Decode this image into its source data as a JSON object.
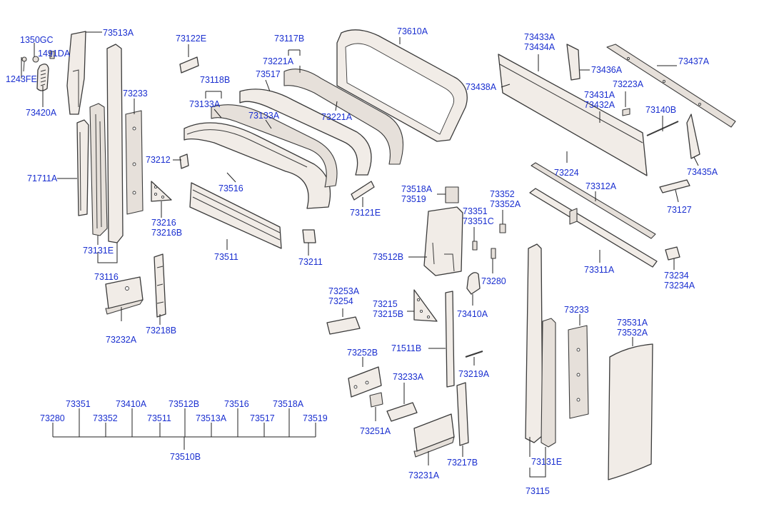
{
  "labels": {
    "l1350GC": "1350GC",
    "l1491DA": "1491DA",
    "l1243FE": "1243FE",
    "l73420A": "73420A",
    "l73513A": "73513A",
    "l73233_left": "73233",
    "l71711A": "71711A",
    "l73131E_left": "73131E",
    "l73116": "73116",
    "l73232A": "73232A",
    "l73218B": "73218B",
    "l73122E": "73122E",
    "l73118B": "73118B",
    "l73133A_a": "73133A",
    "l73212": "73212",
    "l73216": "73216",
    "l73216B": "73216B",
    "l73516": "73516",
    "l73511": "73511",
    "l73117B": "73117B",
    "l73221A_top": "73221A",
    "l73517": "73517",
    "l73133A_b": "73133A",
    "l73221A_mid": "73221A",
    "l73121E": "73121E",
    "l73211": "73211",
    "l73610A": "73610A",
    "l73518A": "73518A",
    "l73519": "73519",
    "l73512B": "73512B",
    "l73351": "73351",
    "l73351C": "73351C",
    "l73352": "73352",
    "l73352A": "73352A",
    "l73280": "73280",
    "l73410A": "73410A",
    "l73253A": "73253A",
    "l73254": "73254",
    "l73215": "73215",
    "l73215B": "73215B",
    "l71511B": "71511B",
    "l73219A": "73219A",
    "l73252B": "73252B",
    "l73233A": "73233A",
    "l73251A": "73251A",
    "l73231A": "73231A",
    "l73217B": "73217B",
    "l73433A": "73433A",
    "l73434A": "73434A",
    "l73436A": "73436A",
    "l73437A": "73437A",
    "l73438A": "73438A",
    "l73223A": "73223A",
    "l73431A": "73431A",
    "l73432A": "73432A",
    "l73140B": "73140B",
    "l73224": "73224",
    "l73435A": "73435A",
    "l73312A": "73312A",
    "l73127": "73127",
    "l73311A": "73311A",
    "l73234": "73234",
    "l73234A": "73234A",
    "l73233_right": "73233",
    "l73531A": "73531A",
    "l73532A": "73532A",
    "l73131E_right": "73131E",
    "l73115": "73115"
  },
  "assembly_73510B": {
    "top_row": [
      "73351",
      "73410A",
      "73512B",
      "73516",
      "73518A"
    ],
    "bottom_row": [
      "73280",
      "73352",
      "73511",
      "73513A",
      "73517",
      "73519"
    ],
    "group_label": "73510B"
  },
  "colors": {
    "label_text": "#1a2fd0",
    "part_fill": "#f1ece7",
    "part_stroke": "#3a3a3a",
    "leader_line": "#222222",
    "background": "#ffffff"
  }
}
